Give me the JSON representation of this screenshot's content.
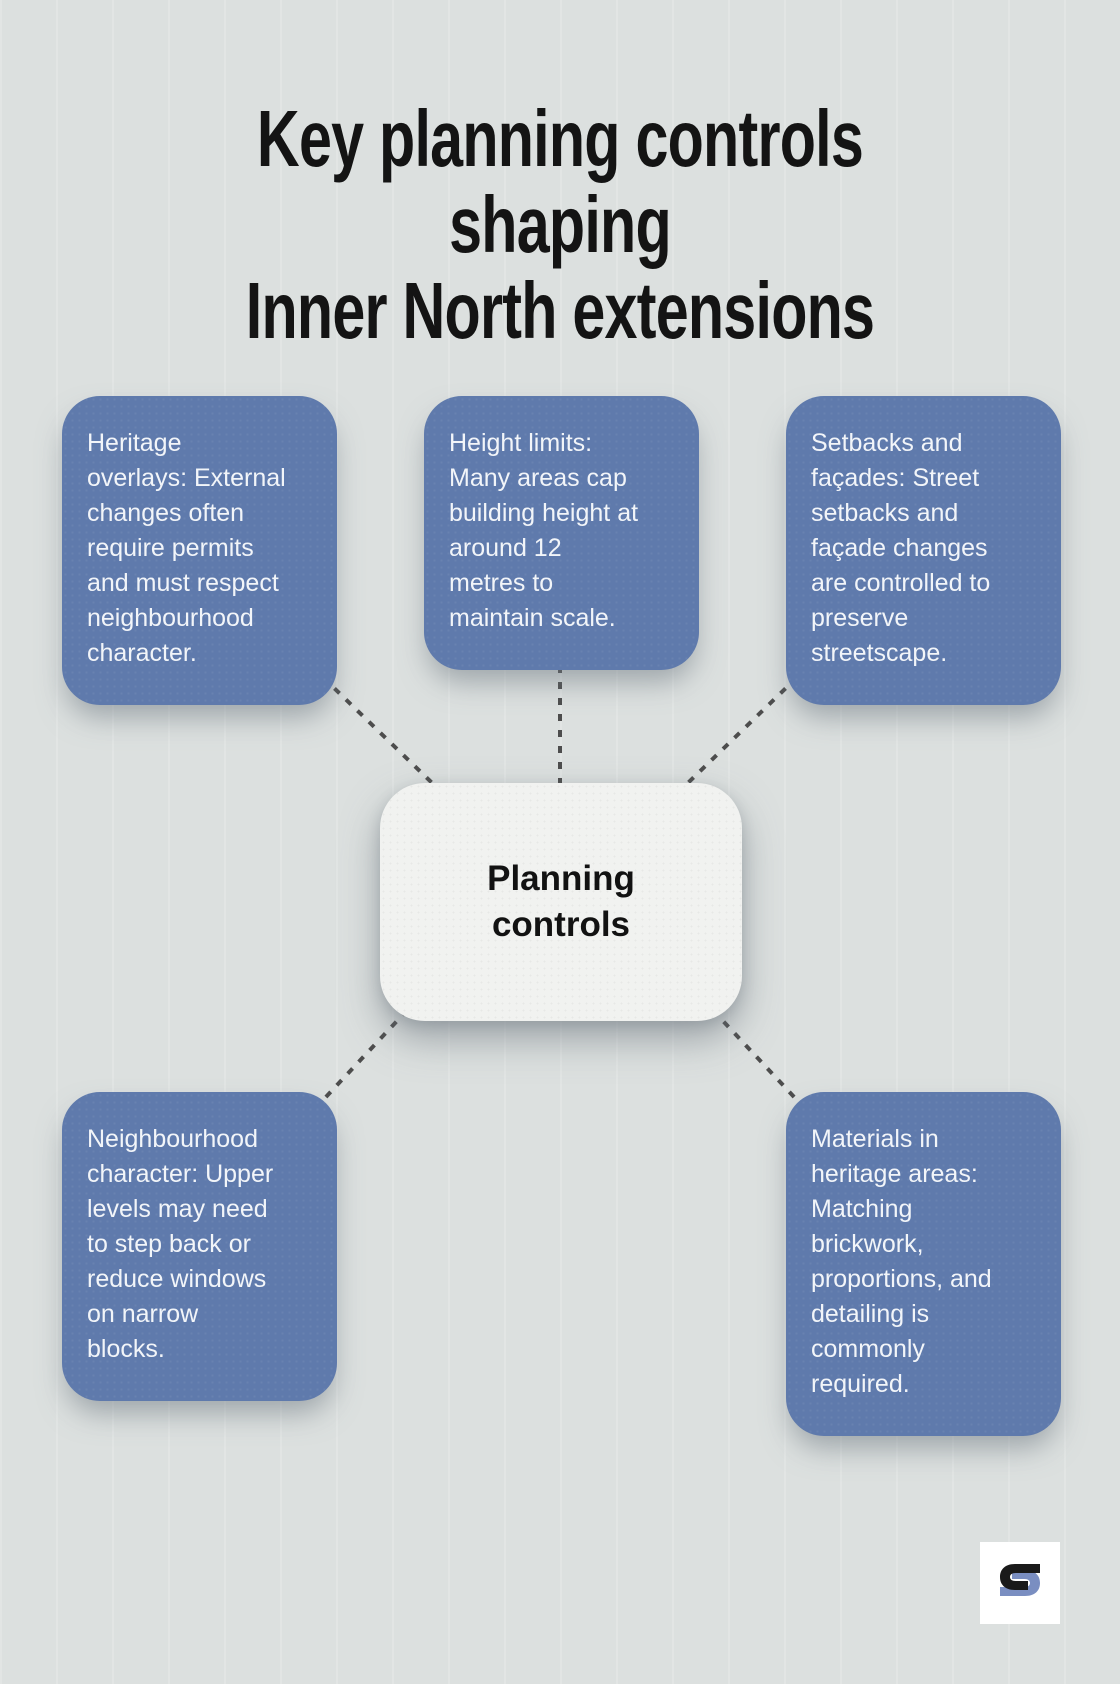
{
  "title": {
    "line1": "Key planning controls shaping",
    "line2": "Inner North extensions"
  },
  "center_node": {
    "label": "Planning controls"
  },
  "nodes": [
    {
      "name": "heritage-overlays",
      "text": "Heritage\noverlays: External\nchanges often\nrequire permits\nand must respect\nneighbourhood\ncharacter."
    },
    {
      "name": "height-limits",
      "text": "Height limits:\nMany areas cap\nbuilding height at\naround 12\nmetres to\nmaintain scale."
    },
    {
      "name": "setbacks-and-facades",
      "text": "Setbacks and\nfaçades: Street\nsetbacks and\nfaçade changes\nare controlled to\npreserve\nstreetscape."
    },
    {
      "name": "neighbourhood-character",
      "text": "Neighbourhood\ncharacter: Upper\nlevels may need\nto step back or\nreduce windows\non narrow\nblocks."
    },
    {
      "name": "materials-in-heritage-areas",
      "text": "Materials in\nheritage areas:\nMatching\nbrickwork,\nproportions, and\ndetailing is\ncommonly\nrequired."
    }
  ],
  "logo": {
    "icon": "s-monogram-logo"
  },
  "colors": {
    "background": "#dce0df",
    "node_fill": "#5f7aac",
    "node_text": "#f2f5f9",
    "center_fill": "#f1f2f0",
    "center_text": "#121212",
    "connector": "#4d4d4d",
    "title_text": "#141414",
    "logo_black": "#1a1a1a",
    "logo_blue": "#7a8ec1"
  }
}
